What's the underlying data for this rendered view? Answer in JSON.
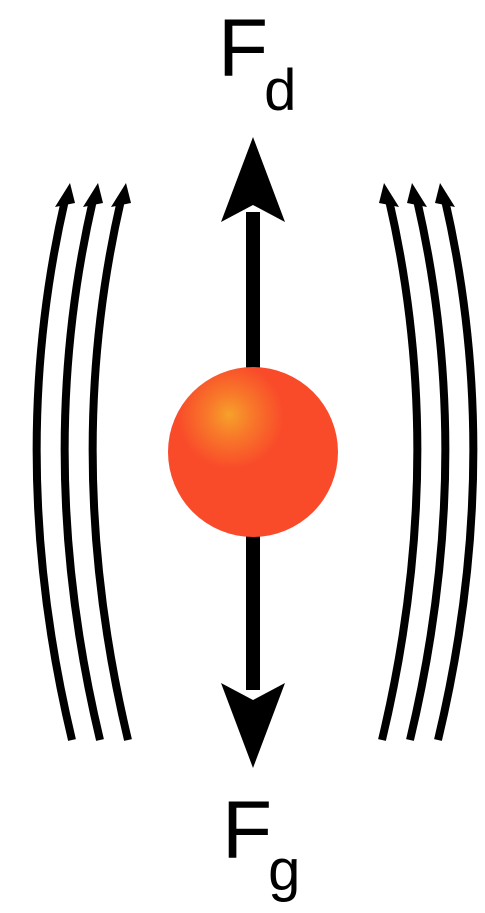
{
  "labels": {
    "drag": {
      "main": "F",
      "sub": "d"
    },
    "gravity": {
      "main": "F",
      "sub": "g"
    }
  },
  "colors": {
    "particle_fill": "#f94a2a",
    "particle_highlight": "#f6a12a",
    "stroke": "#000000",
    "background": "#ffffff"
  },
  "icons": {
    "particle": "sphere",
    "force_arrows": "vertical-double-arrow",
    "flow_lines": "curved-up-arrows"
  }
}
